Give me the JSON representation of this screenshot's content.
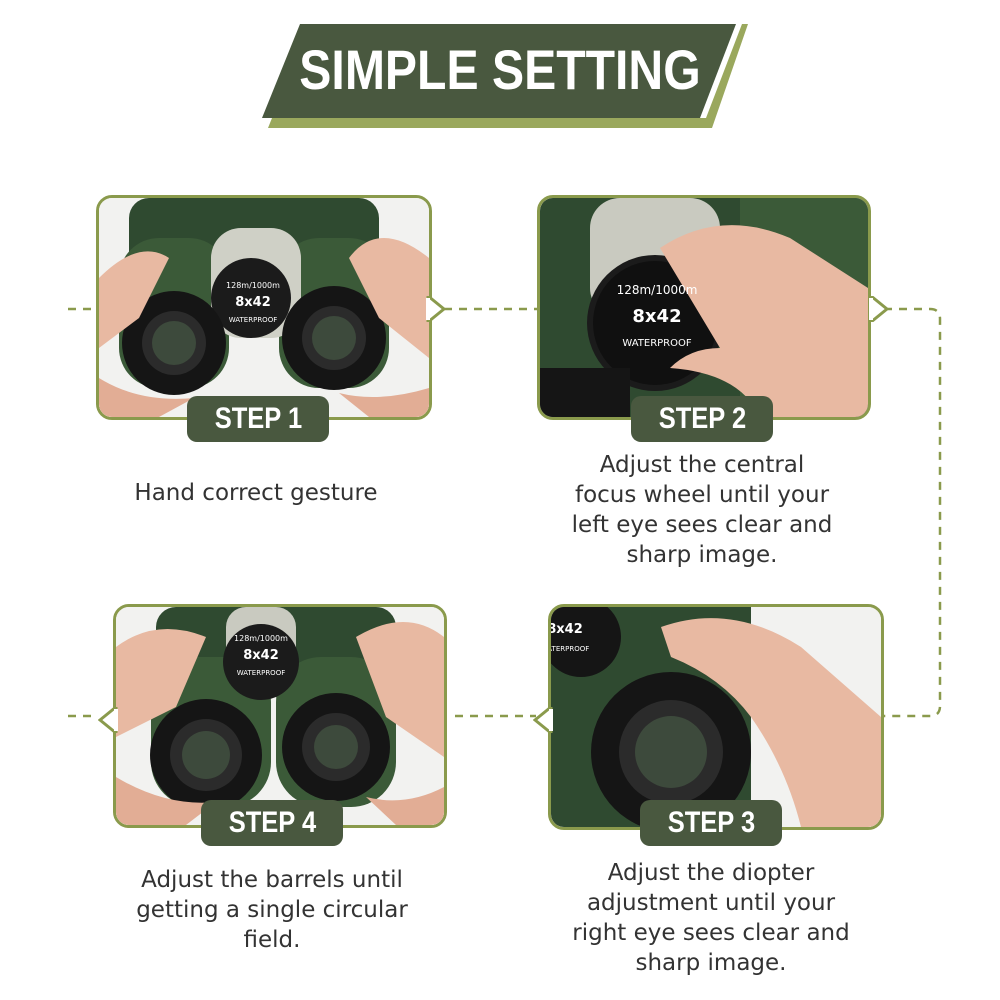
{
  "banner": {
    "title": "SIMPLE SETTING"
  },
  "colors": {
    "accent": "#49583f",
    "border": "#8a9a4c",
    "text": "#333333"
  },
  "steps": [
    {
      "badge": "STEP 1",
      "caption": "Hand correct gesture"
    },
    {
      "badge": "STEP 2",
      "caption": "Adjust the central\nfocus wheel until your\nleft eye sees clear and\nsharp image."
    },
    {
      "badge": "STEP 3",
      "caption": "Adjust the diopter\nadjustment until your\nright eye sees clear and\nsharp  image."
    },
    {
      "badge": "STEP 4",
      "caption": "Adjust the barrels until\ngetting a single circular\nfield."
    }
  ],
  "binocular_label": {
    "spec": "128m/1000m",
    "model": "8x42",
    "feature": "WATERPROOF"
  }
}
